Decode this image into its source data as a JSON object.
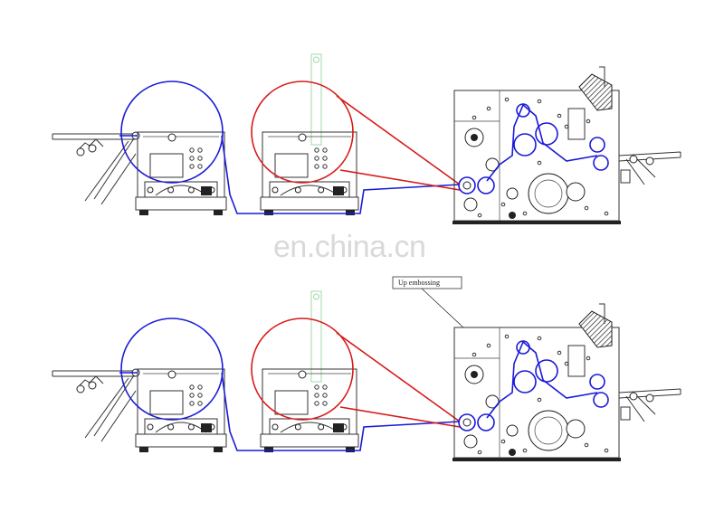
{
  "watermark": "en.china.cn",
  "callout": {
    "label": "Up embossing"
  },
  "colors": {
    "unwind_roll_1": "#1a1ad8",
    "unwind_roll_2": "#d81a1a",
    "paper_path": "#1a1ad8"
  },
  "views": [
    {
      "id": "top",
      "callout": false
    },
    {
      "id": "bottom",
      "callout": true
    }
  ]
}
